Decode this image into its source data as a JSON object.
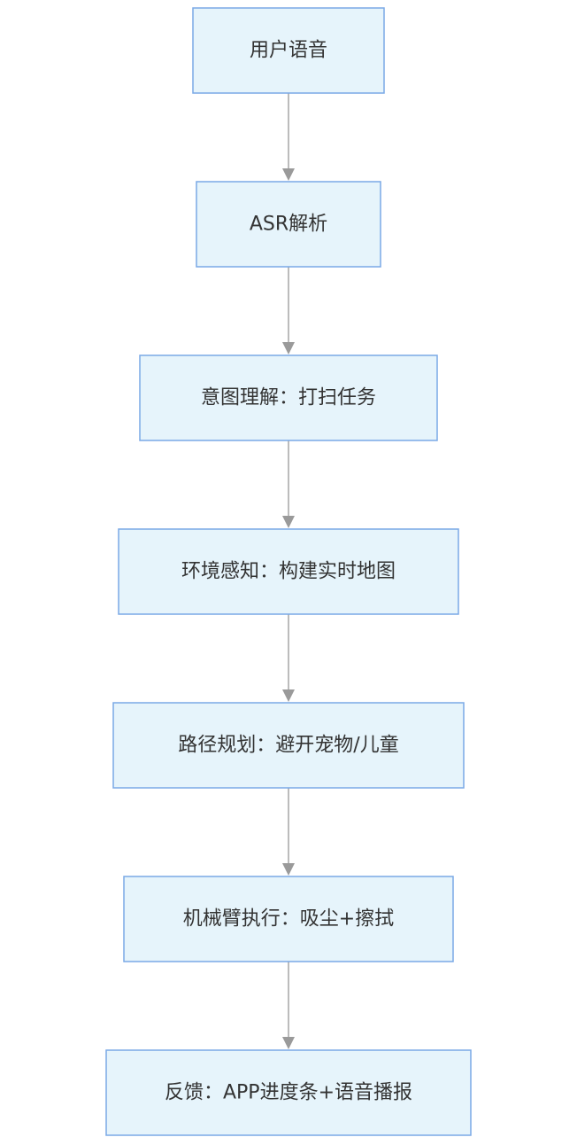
{
  "flowchart": {
    "nodes": [
      {
        "id": "voice",
        "label": "用户语音"
      },
      {
        "id": "asr",
        "label": "ASR解析"
      },
      {
        "id": "intent",
        "label": "意图理解：打扫任务"
      },
      {
        "id": "perception",
        "label": "环境感知：构建实时地图"
      },
      {
        "id": "planning",
        "label": "路径规划：避开宠物/儿童"
      },
      {
        "id": "execution",
        "label": "机械臂执行：吸尘+擦拭"
      },
      {
        "id": "feedback",
        "label": "反馈：APP进度条+语音播报"
      }
    ],
    "edges": [
      {
        "from": "voice",
        "to": "asr"
      },
      {
        "from": "asr",
        "to": "intent"
      },
      {
        "from": "intent",
        "to": "perception"
      },
      {
        "from": "perception",
        "to": "planning"
      },
      {
        "from": "planning",
        "to": "execution"
      },
      {
        "from": "execution",
        "to": "feedback"
      }
    ],
    "colors": {
      "node_fill": "#e6f4fb",
      "node_stroke": "#7aa9e6",
      "text": "#333333",
      "edge": "#a6a6a6"
    }
  }
}
